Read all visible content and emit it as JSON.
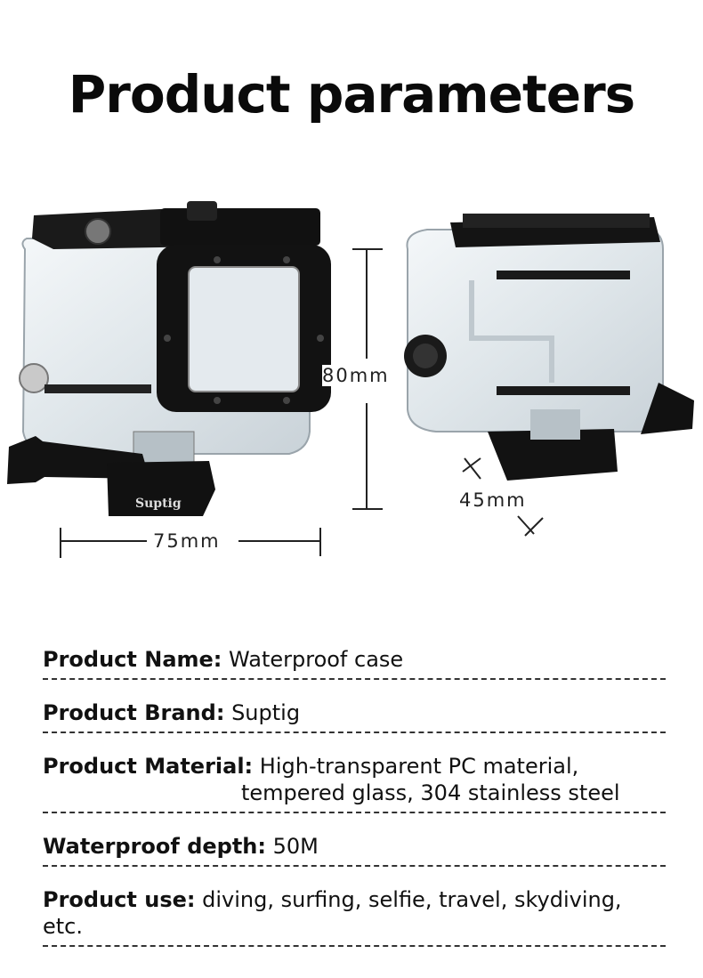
{
  "title": "Product parameters",
  "brand_mark": "Suptig",
  "dimensions": {
    "width": "75mm",
    "height": "80mm",
    "depth": "45mm"
  },
  "specs": [
    {
      "key": "Product Name:",
      "value": "Waterproof case"
    },
    {
      "key": "Product Brand:",
      "value": "Suptig"
    },
    {
      "key": "Product Material:",
      "value": "High-transparent PC material,",
      "value2": "tempered glass, 304 stainless steel"
    },
    {
      "key": "Waterproof depth:",
      "value": "50M"
    },
    {
      "key": "Product use:",
      "value": "diving, surfing, selfie, travel, skydiving, etc."
    }
  ],
  "colors": {
    "frame": "#111111",
    "clear_case": "#e8eef2",
    "text": "#111111"
  }
}
